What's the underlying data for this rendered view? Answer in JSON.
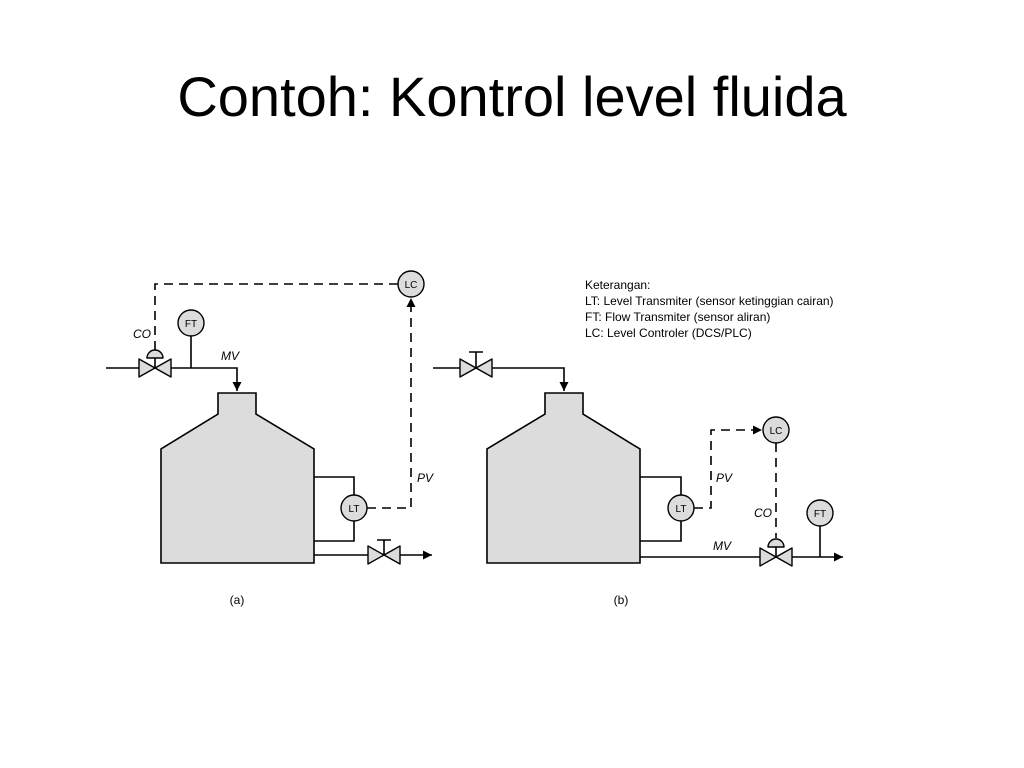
{
  "title": "Contoh: Kontrol level fluida",
  "legend": {
    "heading": "Keterangan:",
    "items": [
      "LT: Level Transmiter (sensor ketinggian cairan)",
      "FT: Flow Transmiter (sensor aliran)",
      "LC: Level Controler (DCS/PLC)"
    ]
  },
  "diagram_a": {
    "caption": "(a)",
    "instruments": {
      "lc": "LC",
      "ft": "FT",
      "lt": "LT"
    },
    "signals": {
      "co": "CO",
      "mv": "MV",
      "pv": "PV"
    }
  },
  "diagram_b": {
    "caption": "(b)",
    "instruments": {
      "lc": "LC",
      "ft": "FT",
      "lt": "LT"
    },
    "signals": {
      "co": "CO",
      "mv": "MV",
      "pv": "PV"
    }
  }
}
